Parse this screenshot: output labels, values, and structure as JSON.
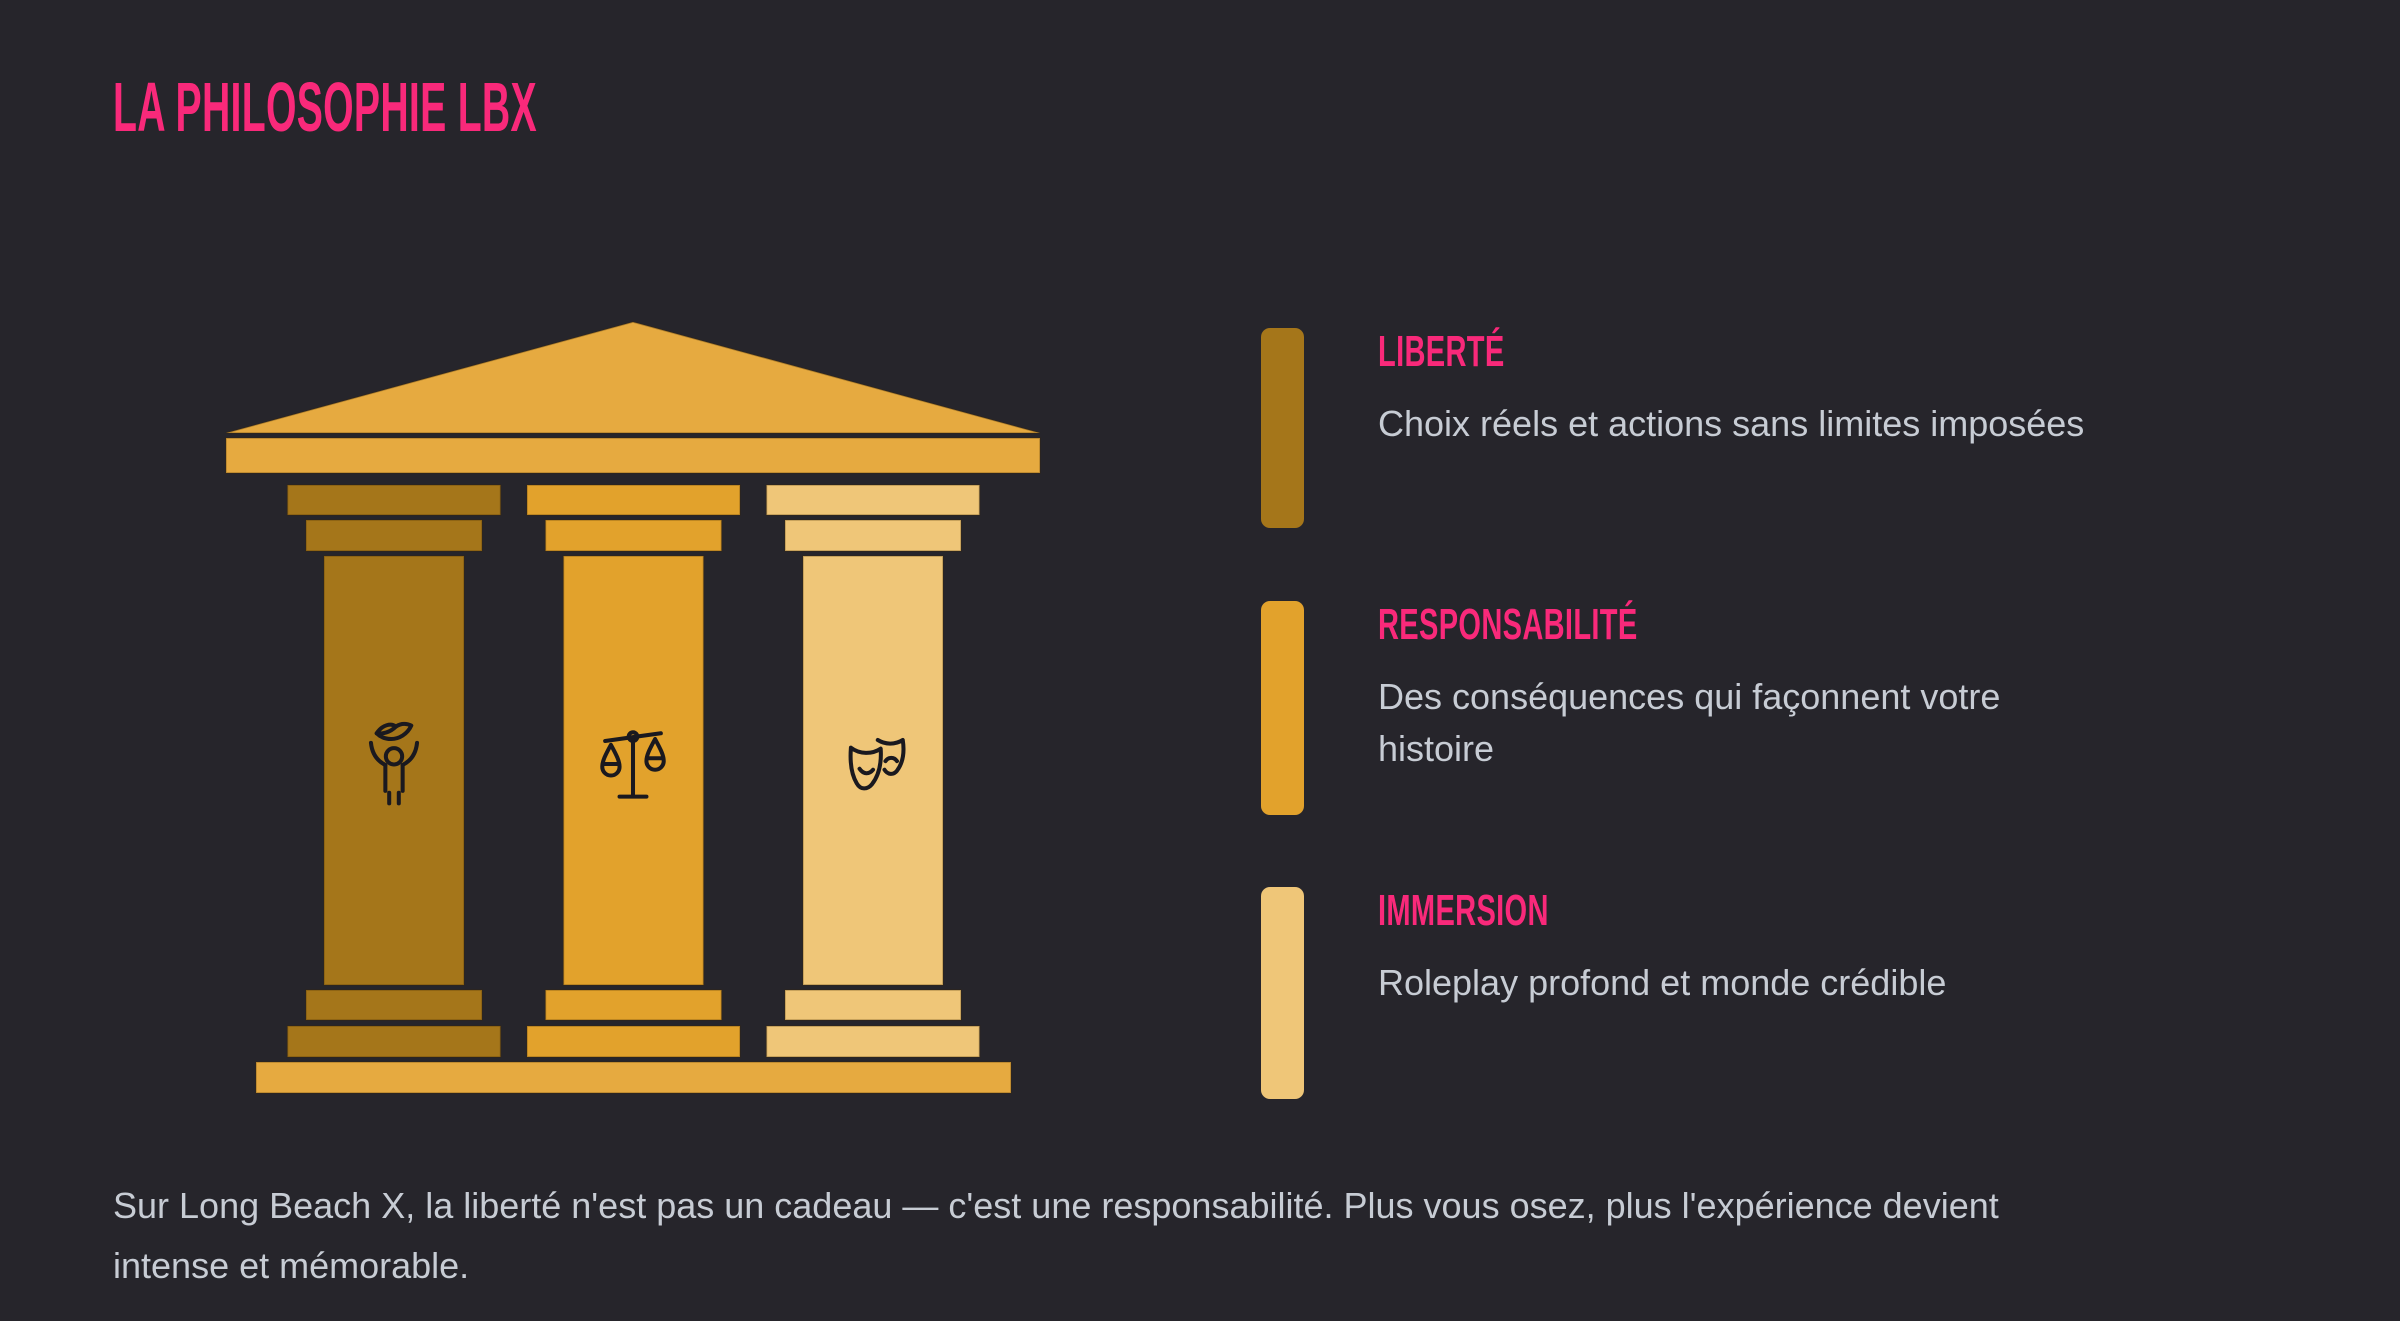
{
  "colors": {
    "background": "#26252B",
    "accent_pink": "#F9297A",
    "body_text": "#C7CCD4",
    "structure_gold": "#E6AA40",
    "icon_stroke": "#1A191F"
  },
  "title": "LA PHILOSOPHIE LBX",
  "temple": {
    "pillars": [
      {
        "name": "liberte",
        "color": "#A5761A",
        "icon": "freedom-person-bird-icon"
      },
      {
        "name": "responsabilite",
        "color": "#E2A22C",
        "icon": "justice-scales-icon"
      },
      {
        "name": "immersion",
        "color": "#EFC678",
        "icon": "theater-masks-icon"
      }
    ]
  },
  "legend": [
    {
      "label": "LIBERTÉ",
      "swatch_color": "#A5761A",
      "description_lines": [
        "Choix réels et actions sans limites imposées"
      ]
    },
    {
      "label": "RESPONSABILITÉ",
      "swatch_color": "#E2A22C",
      "description_lines": [
        "Des conséquences qui façonnent votre",
        "histoire"
      ]
    },
    {
      "label": "IMMERSION",
      "swatch_color": "#EFC678",
      "description_lines": [
        "Roleplay profond et monde crédible"
      ]
    }
  ],
  "footer_lines": [
    "Sur Long Beach X, la liberté n'est pas un cadeau — c'est une responsabilité. Plus vous osez, plus l'expérience devient",
    "intense et mémorable."
  ]
}
